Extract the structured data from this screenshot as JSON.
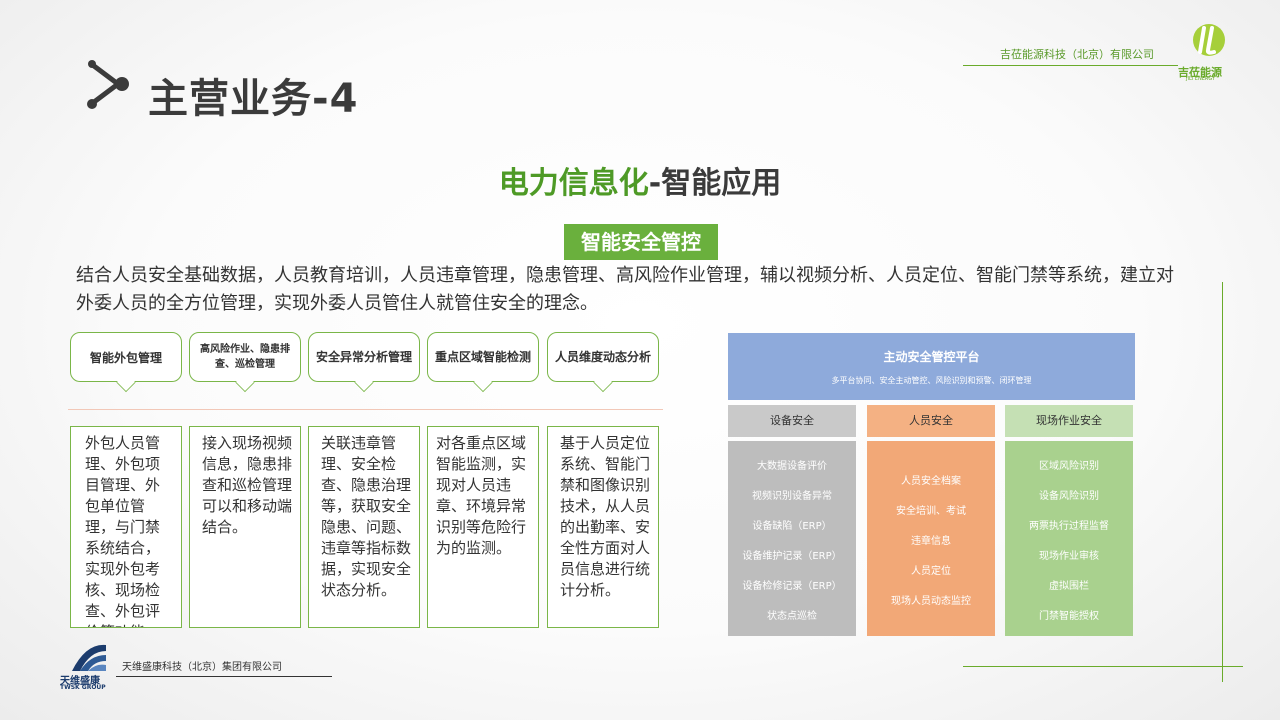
{
  "header": {
    "title": "主营业务-4",
    "company_top": "吉莅能源科技（北京）有限公司",
    "logo_top_text": "吉莅能源",
    "logo_top_sub": "JILI ENERGY"
  },
  "section": {
    "title_green": "电力信息化",
    "title_dark": "-智能应用",
    "tag": "智能安全管控",
    "intro": "结合人员安全基础数据，人员教育培训，人员违章管理，隐患管理、高风险作业管理，辅以视频分析、人员定位、智能门禁等系统，建立对外委人员的全方位管理，实现外委人员管住人就管住安全的理念。"
  },
  "bubbles": [
    "智能外包管理",
    "高风险作业、隐患排查、巡检管理",
    "安全异常分析管理",
    "重点区域智能检测",
    "人员维度动态分析"
  ],
  "descriptions": [
    "外包人员管理、外包项目管理、外包单位管理，与门禁系统结合，实现外包考核、现场检查、外包评价等功能。",
    "接入现场视频信息，隐患排查和巡检管理可以和移动端结合。",
    "关联违章管理、安全检查、隐患治理等，获取安全隐患、问题、违章等指标数据，实现安全状态分析。",
    "对各重点区域智能监测，实现对人员违章、环境异常识别等危险行为的监测。",
    "基于人员定位系统、智能门禁和图像识别技术，从人员的出勤率、安全性方面对人员信息进行统计分析。"
  ],
  "platform": {
    "title": "主动安全管控平台",
    "subtitle": "多平台协同、安全主动管控、风险识别和预警、闭环管理",
    "columns": [
      {
        "title": "设备安全",
        "items": [
          "大数据设备评价",
          "视频识别设备异常",
          "设备缺陷（ERP）",
          "设备维护记录（ERP）",
          "设备检修记录（ERP）",
          "状态点巡检"
        ]
      },
      {
        "title": "人员安全",
        "items": [
          "人员安全档案",
          "安全培训、考试",
          "违章信息",
          "人员定位",
          "现场人员动态监控"
        ]
      },
      {
        "title": "现场作业安全",
        "items": [
          "区域风险识别",
          "设备风险识别",
          "两票执行过程监督",
          "现场作业审核",
          "虚拟围栏",
          "门禁智能授权"
        ]
      }
    ]
  },
  "footer": {
    "company": "天维盛康科技（北京）集团有限公司",
    "logo_text": "天维盛康",
    "logo_sub": "TWSK GROUP"
  },
  "colors": {
    "accent_green": "#6ab03d",
    "platform_blue": "#8eaadb",
    "col1_gray_head": "#c9c9c9",
    "col1_gray_body": "#bdbdbd",
    "col2_orange_head": "#f4b183",
    "col2_orange_body": "#f2a877",
    "col3_green_head": "#c5e0b4",
    "col3_green_body": "#a9d18e"
  }
}
